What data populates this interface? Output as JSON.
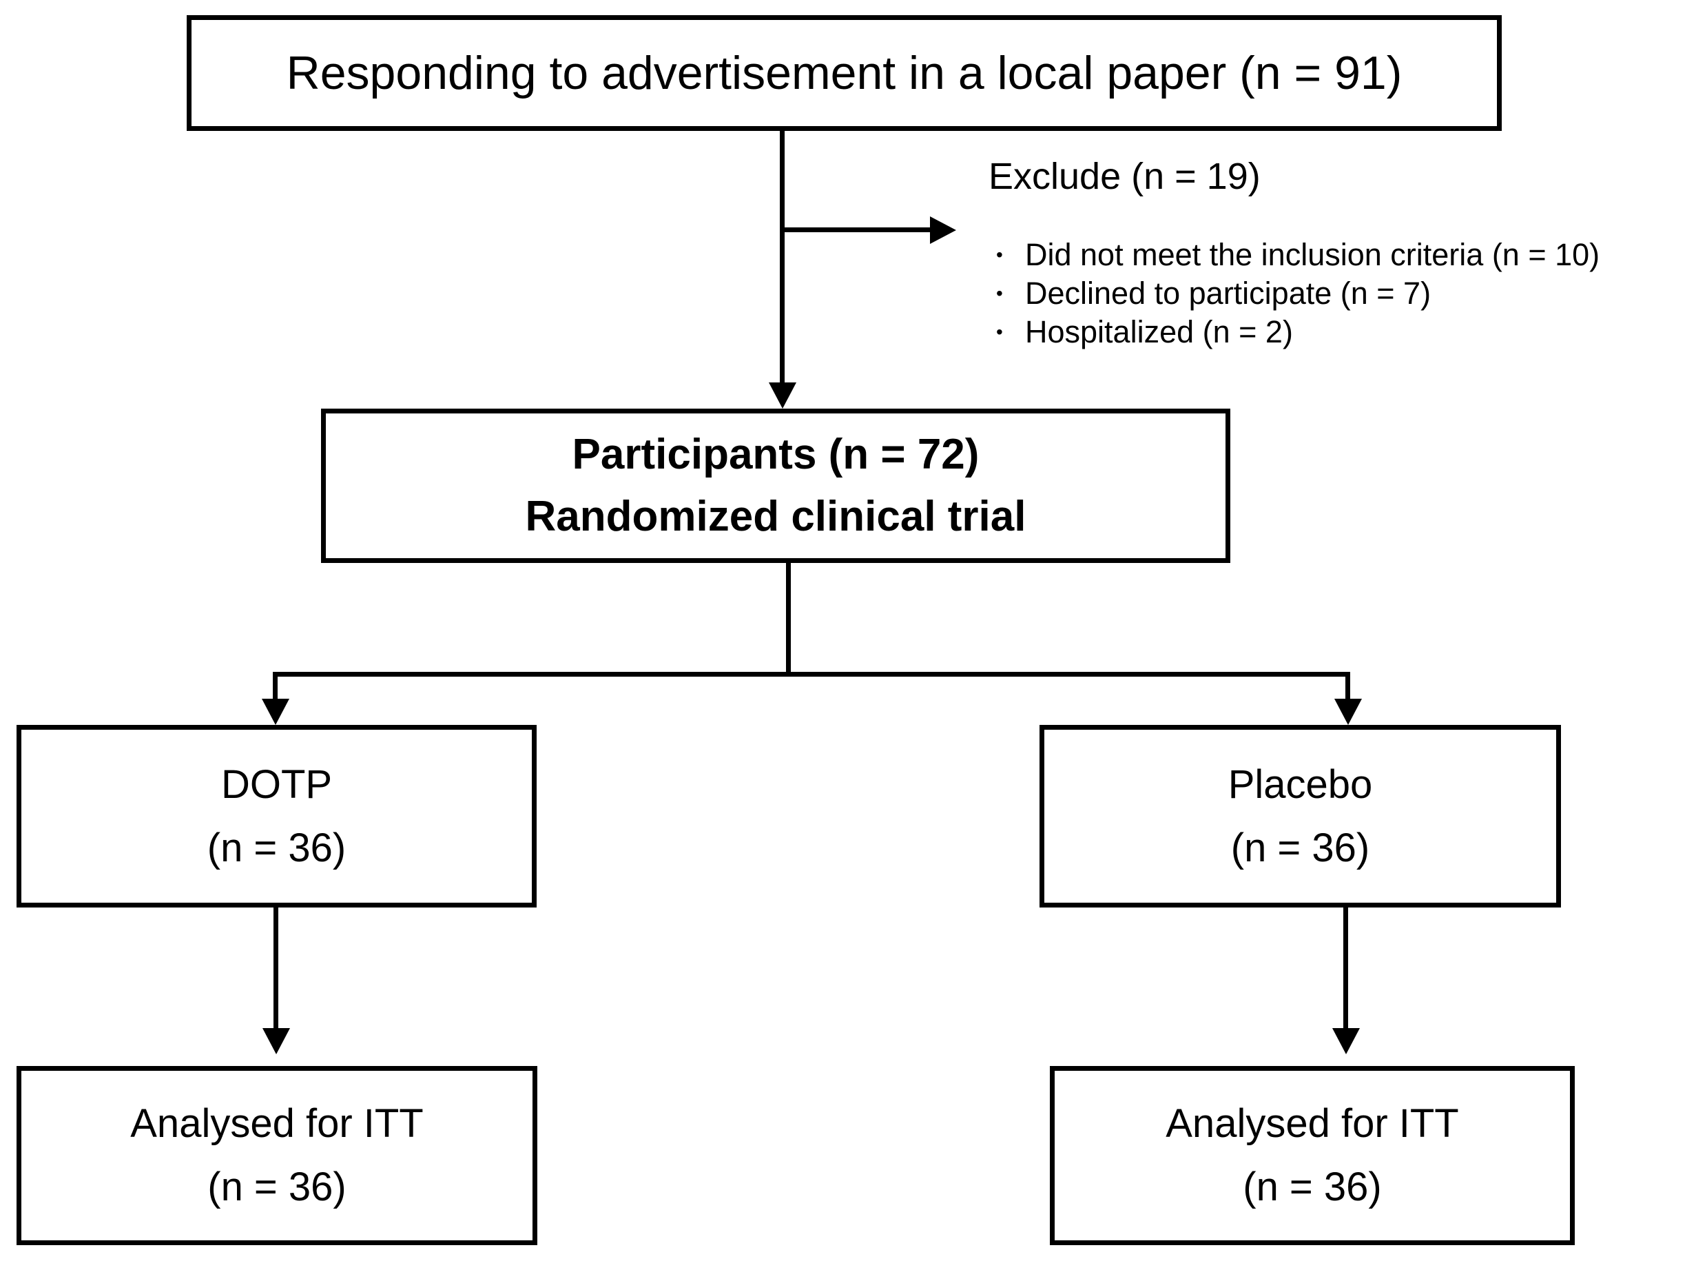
{
  "colors": {
    "ink": "#000000",
    "background": "#ffffff"
  },
  "flow": {
    "respond": {
      "label": "Responding to advertisement in a local paper (n = 91)"
    },
    "exclude": {
      "title": "Exclude (n = 19)",
      "bullet": "•",
      "items": [
        "Did not meet the inclusion criteria (n = 10)",
        "Declined to participate (n = 7)",
        "Hospitalized (n = 2)"
      ]
    },
    "participants": {
      "line1": "Participants (n = 72)",
      "line2": "Randomized clinical trial"
    },
    "dotp": {
      "name": "DOTP",
      "n": "(n = 36)"
    },
    "placebo": {
      "name": "Placebo",
      "n": "(n = 36)"
    },
    "dotp_analysed": {
      "line1": "Analysed for ITT",
      "n": "(n = 36)"
    },
    "placebo_analysed": {
      "line1": "Analysed for ITT",
      "n": "(n = 36)"
    }
  }
}
